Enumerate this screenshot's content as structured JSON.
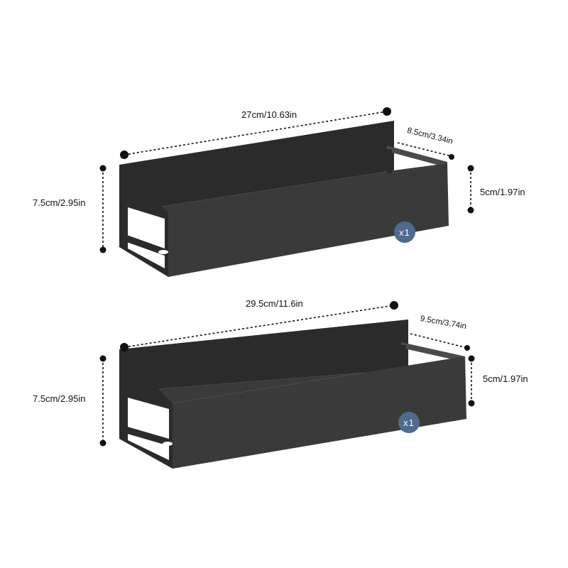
{
  "colors": {
    "shelf_dark": "#2b2b2b",
    "shelf_mid": "#3a3a3a",
    "shelf_light": "#4a4a4a",
    "badge": "#4f6b8d",
    "dim_line": "#111111"
  },
  "shelves": [
    {
      "length_label": "27cm/10.63in",
      "depth_label": "8.5cm/3.34in",
      "height_label": "7.5cm/2.95in",
      "front_height_label": "5cm/1.97in",
      "quantity_label": "x1"
    },
    {
      "length_label": "29.5cm/11.6in",
      "depth_label": "9.5cm/3.74in",
      "height_label": "7.5cm/2.95in",
      "front_height_label": "5cm/1.97in",
      "quantity_label": "x1"
    }
  ]
}
